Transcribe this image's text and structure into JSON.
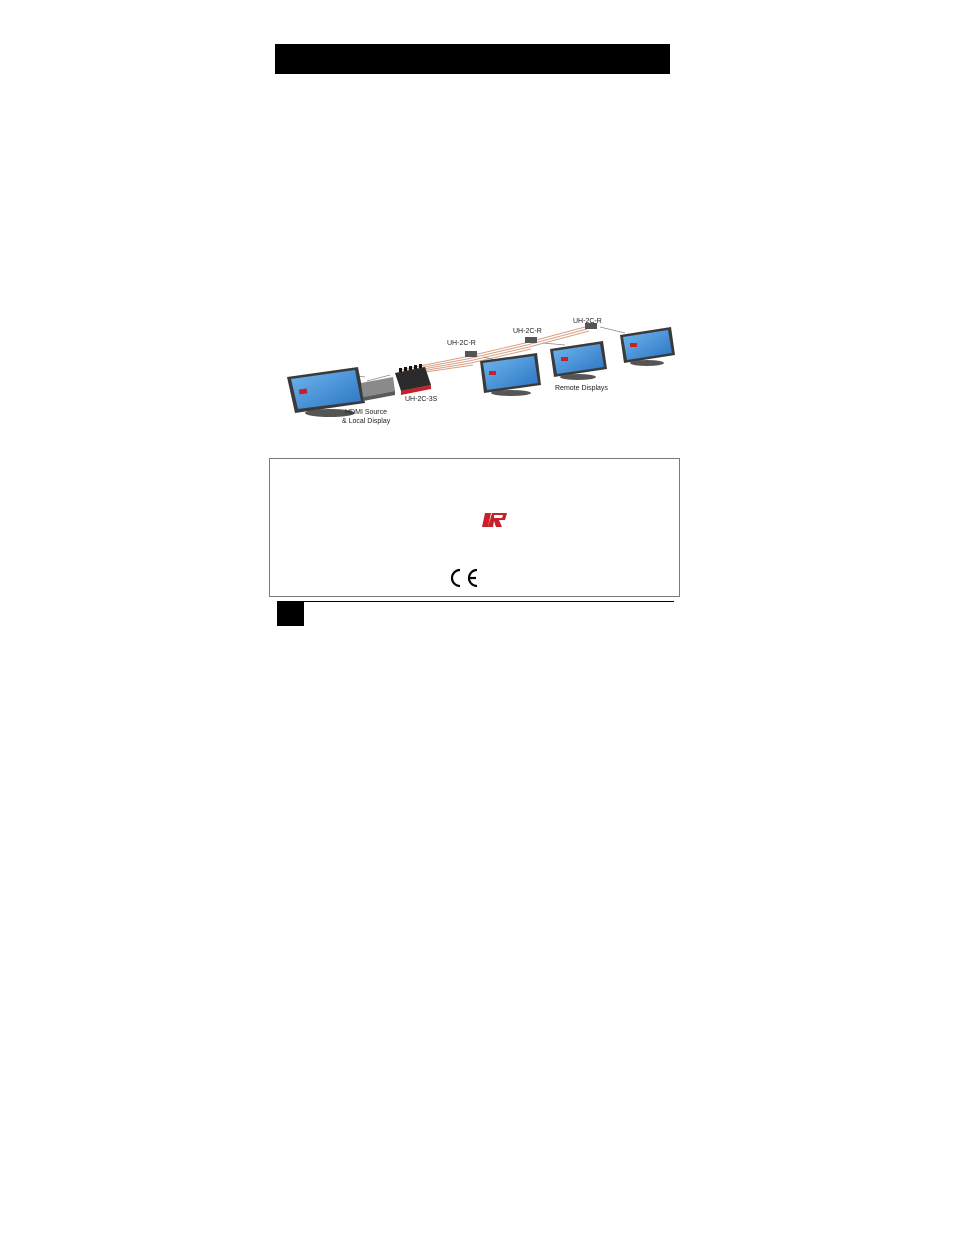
{
  "diagram": {
    "receiver_label_1": "UH-2C-R",
    "receiver_label_2": "UH-2C-R",
    "receiver_label_3": "UH-2C-R",
    "sender_label": "UH-2C-3S",
    "source_label_line1": "HDMI Source",
    "source_label_line2": "& Local Display",
    "remote_label": "Remote Displays"
  },
  "colors": {
    "header_bar": "#000000",
    "logo_red": "#c8202a",
    "cable": "#d9a084",
    "screen_blue": "#3b8fd6"
  },
  "icons": {
    "logo": "hr-logo-icon",
    "certification": "ce-mark-icon"
  }
}
